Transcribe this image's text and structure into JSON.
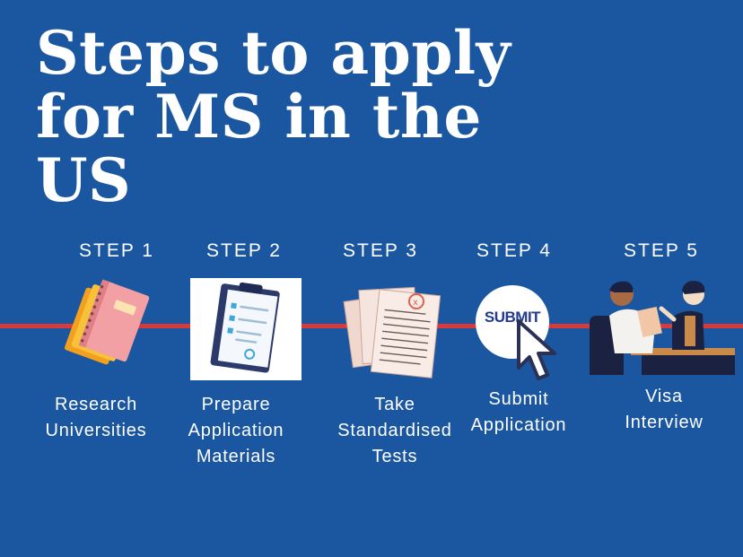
{
  "title": "Steps to apply for MS in the US",
  "colors": {
    "background": "#1a57a0",
    "timeline": "#d93a3a",
    "text": "#ffffff",
    "submit_text": "#243a8f"
  },
  "steps": [
    {
      "label": "STEP 1",
      "caption": [
        "Research",
        "Universities"
      ],
      "icon": "notebooks-icon"
    },
    {
      "label": "STEP 2",
      "caption": [
        "Prepare",
        "Application",
        "Materials"
      ],
      "icon": "clipboard-checklist-icon"
    },
    {
      "label": "STEP 3",
      "caption": [
        "Take",
        "Standardised",
        "Tests"
      ],
      "icon": "test-papers-icon"
    },
    {
      "label": "STEP 4",
      "caption": [
        "Submit",
        "Application"
      ],
      "icon": "submit-cursor-icon",
      "button_text": "SUBMIT"
    },
    {
      "label": "STEP 5",
      "caption": [
        "Visa",
        "Interview"
      ],
      "icon": "interview-people-icon"
    }
  ]
}
